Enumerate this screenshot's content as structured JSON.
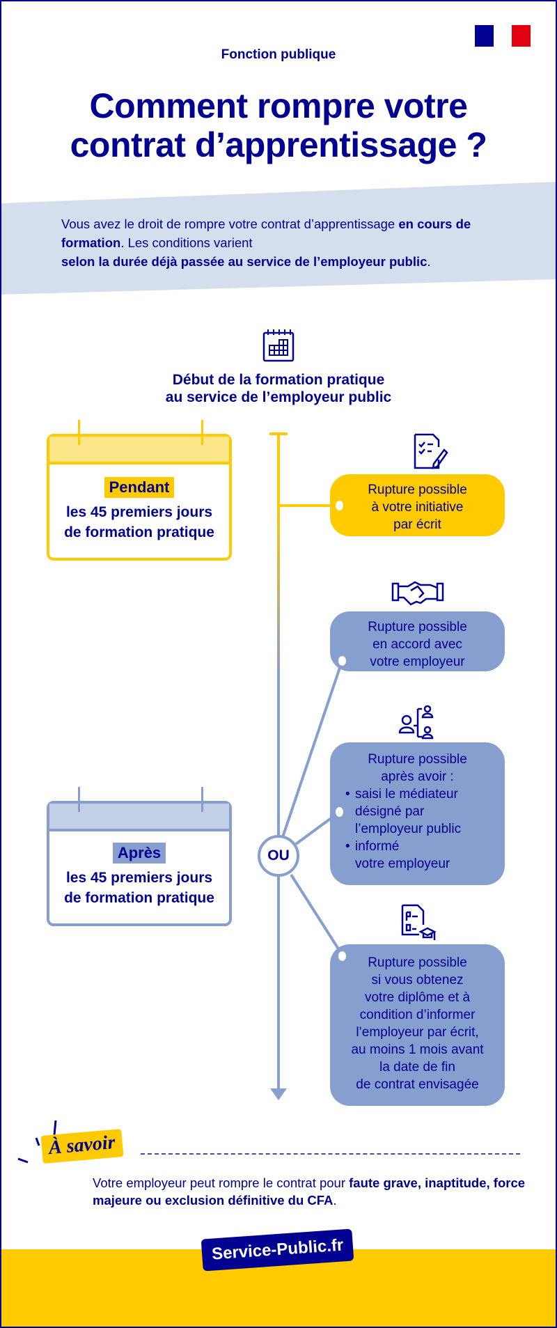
{
  "header": {
    "category": "Fonction publique",
    "title_line1": "Comment rompre votre",
    "title_line2": "contrat d’apprentissage ?"
  },
  "intro": {
    "part1": "Vous avez le droit de rompre votre contrat d’apprentissage ",
    "bold1": "en cours de formation",
    "part2": ". Les conditions varient ",
    "bold2": "selon la durée déjà passée au service de l’employeur public",
    "part3": "."
  },
  "timeline": {
    "heading_line1": "Début de la formation pratique",
    "heading_line2": "au service de l’employeur public",
    "or_label": "OU"
  },
  "periods": [
    {
      "highlight": "Pendant",
      "line1": "les 45 premiers jours",
      "line2": "de formation pratique"
    },
    {
      "highlight": "Après",
      "line1": "les 45 premiers jours",
      "line2": "de formation pratique"
    }
  ],
  "options": [
    {
      "icon": "checklist-pen-icon",
      "lines": [
        "Rupture possible",
        "à votre initiative",
        "par écrit"
      ]
    },
    {
      "icon": "handshake-icon",
      "lines": [
        "Rupture possible",
        "en accord avec",
        "votre employeur"
      ]
    },
    {
      "icon": "mediator-icon",
      "lines": [
        "Rupture possible",
        "après avoir :"
      ],
      "bullets": [
        [
          "saisi le médiateur",
          "désigné par",
          "l’employeur public"
        ],
        [
          "informé",
          "votre employeur"
        ]
      ]
    },
    {
      "icon": "diploma-icon",
      "lines": [
        "Rupture possible",
        "si vous obtenez",
        "votre diplôme et à",
        "condition d’informer",
        "l’employeur par écrit,",
        "au moins 1 mois avant",
        "la date de fin",
        "de contrat envisagée"
      ]
    }
  ],
  "a_savoir": {
    "label": "À savoir",
    "text1": "Votre employeur peut rompre le contrat pour ",
    "bold": "faute grave, inaptitude, force majeure ou exclusion définitive du CFA",
    "text2": "."
  },
  "footer": {
    "brand": "Service-Public.fr"
  },
  "colors": {
    "navy": "#000091",
    "yellow": "#ffca00",
    "blue": "#879fcf",
    "light_blue": "#d5deed"
  }
}
